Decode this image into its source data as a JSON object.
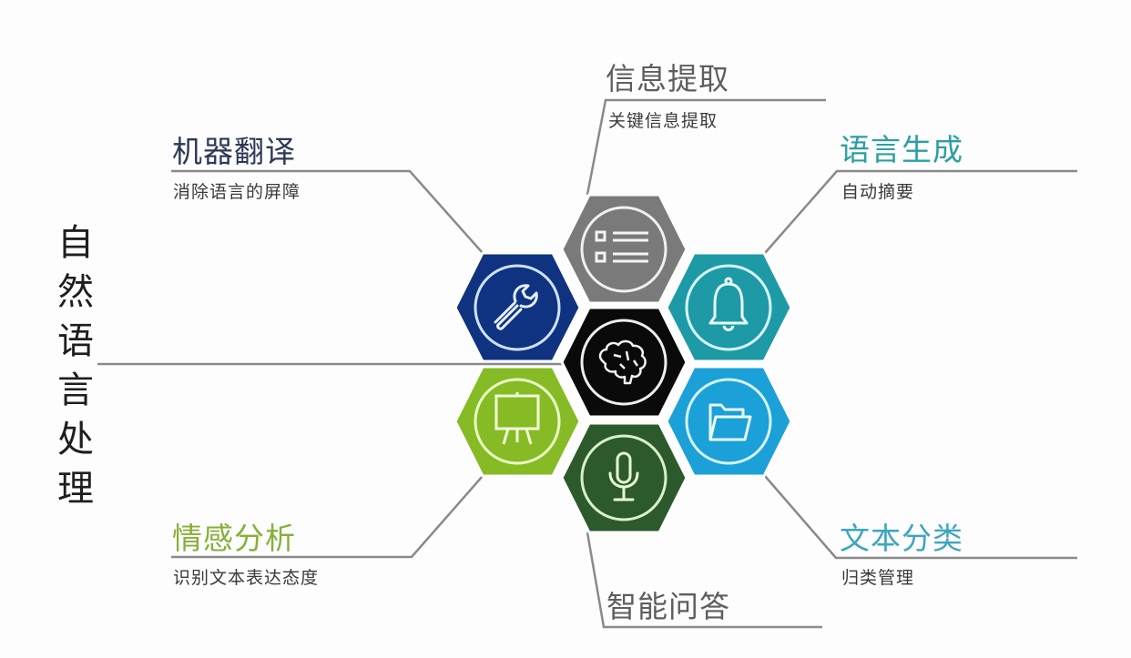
{
  "diagram": {
    "title_vertical": [
      "自",
      "然",
      "语",
      "言",
      "处",
      "理"
    ],
    "title": "自然语言处理",
    "line_color": "#8a8a8a",
    "center": {
      "name": "brain",
      "color": "#0a0a0a",
      "icon": "brain-icon"
    },
    "branches": [
      {
        "id": "machine-translation",
        "title": "机器翻译",
        "subtitle": "消除语言的屏障",
        "title_color": "#2c3856",
        "hex_color": "#0f3381",
        "icon": "wrench-icon"
      },
      {
        "id": "info-extraction",
        "title": "信息提取",
        "subtitle": "关键信息提取",
        "title_color": "#5e5e5e",
        "hex_color": "#7a7a7a",
        "icon": "list-icon"
      },
      {
        "id": "language-generation",
        "title": "语言生成",
        "subtitle": "自动摘要",
        "title_color": "#2b9fa3",
        "hex_color": "#1d9aa6",
        "icon": "bell-icon"
      },
      {
        "id": "sentiment-analysis",
        "title": "情感分析",
        "subtitle": "识别文本表达态度",
        "title_color": "#86b03a",
        "hex_color": "#86bb25",
        "icon": "easel-icon"
      },
      {
        "id": "text-classification",
        "title": "文本分类",
        "subtitle": "归类管理",
        "title_color": "#3ba6bf",
        "hex_color": "#1ba0d8",
        "icon": "folder-icon"
      },
      {
        "id": "question-answering",
        "title": "智能问答",
        "subtitle": "",
        "title_color": "#5e5e5e",
        "hex_color": "#2d5a2d",
        "icon": "microphone-icon"
      }
    ]
  }
}
